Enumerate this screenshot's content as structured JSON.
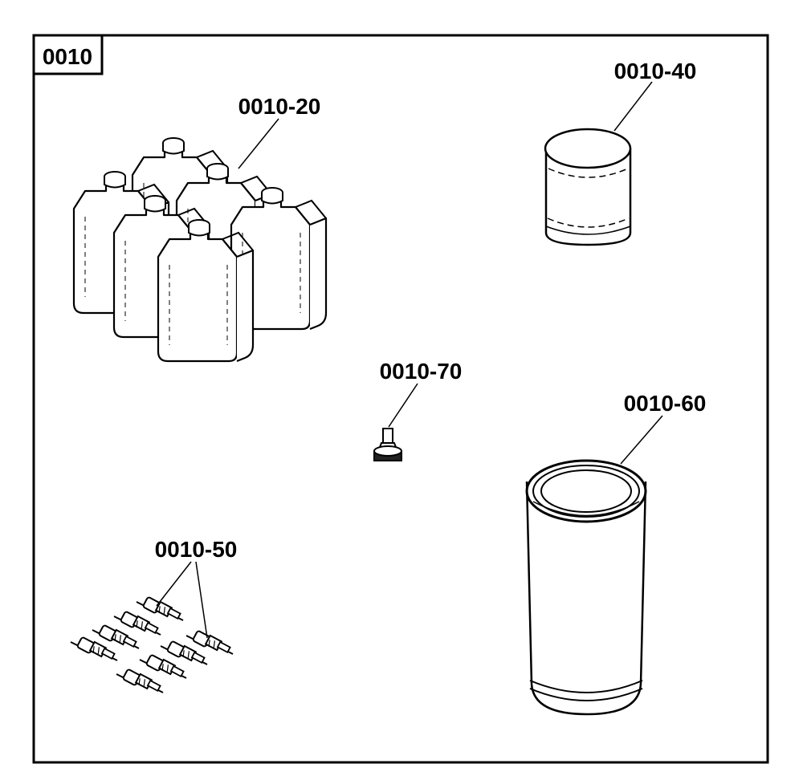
{
  "diagram": {
    "frame_label": "0010",
    "callouts": {
      "oil_bottles": "0010-20",
      "oil_filter": "0010-40",
      "spark_plugs": "0010-50",
      "air_filter": "0010-60",
      "drain_valve": "0010-70"
    },
    "items": {
      "oil_bottles": {
        "count": 6
      },
      "spark_plugs": {
        "count": 8
      }
    }
  }
}
